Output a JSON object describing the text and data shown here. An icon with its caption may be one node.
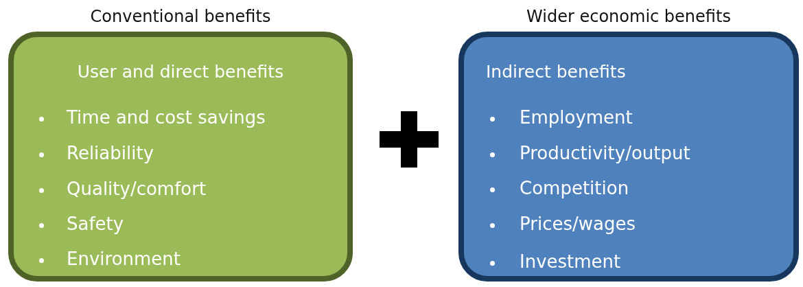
{
  "diagram": {
    "nodes": [
      {
        "text": [
          "Conventional benefits",
          "User and direct benefits",
          "Time and cost savings",
          "Reliability",
          "Quality/comfort",
          "Safety",
          "Environment"
        ]
      },
      {
        "text": [
          "Wider economic benefits",
          "Indirect benefits",
          "Employment",
          "Productivity/output",
          "Competition",
          "Prices/wages",
          "Investment"
        ]
      }
    ],
    "edges": []
  }
}
